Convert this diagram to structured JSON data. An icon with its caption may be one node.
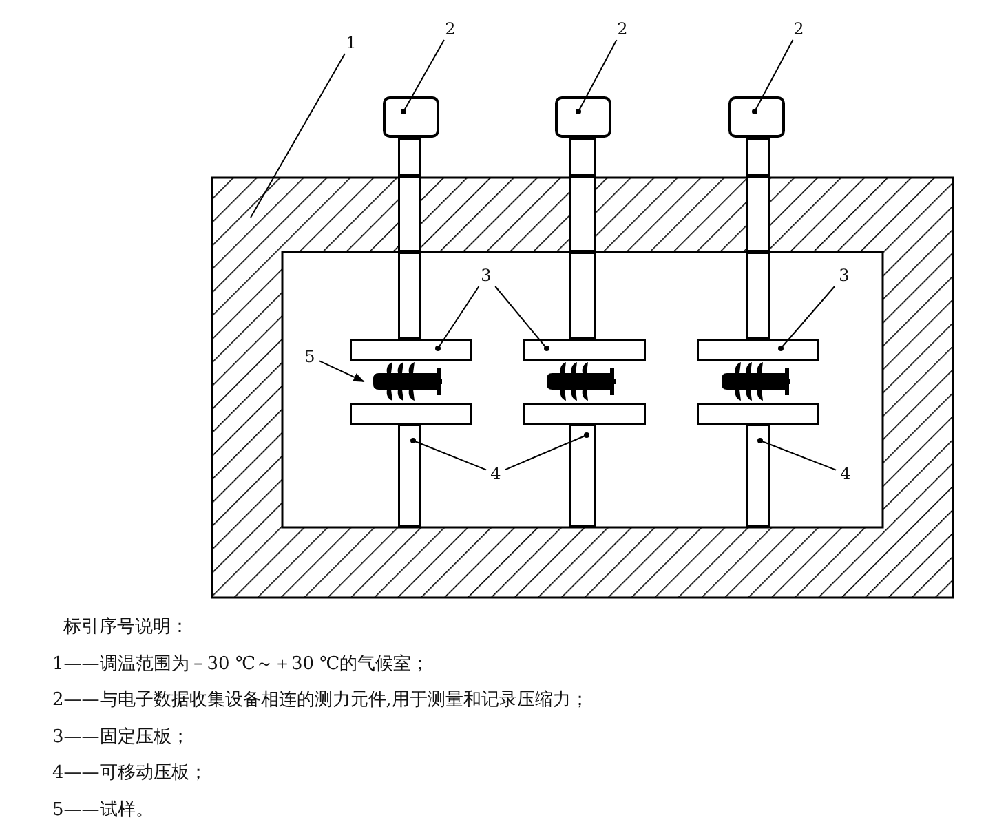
{
  "diagram": {
    "nodes": [
      {
        "text": [],
        "shape": "box"
      },
      {
        "text": [
          "1"
        ]
      },
      {
        "text": [],
        "shape": "box"
      },
      {
        "text": [],
        "shape": "box"
      },
      {
        "text": [],
        "shape": "box"
      },
      {
        "text": [
          "2"
        ]
      },
      {
        "text": [
          "2"
        ]
      },
      {
        "text": [
          "2"
        ]
      },
      {
        "text": [],
        "shape": "bar",
        "in": 0
      },
      {
        "text": [],
        "shape": "bar",
        "in": 0
      },
      {
        "text": [],
        "shape": "bar",
        "in": 0
      },
      {
        "text": [
          "3"
        ],
        "in": 0
      },
      {
        "text": [
          "3"
        ],
        "in": 0
      },
      {
        "text": [],
        "shape": "bar",
        "in": 0
      },
      {
        "text": [],
        "shape": "bar",
        "in": 0
      },
      {
        "text": [],
        "shape": "bar",
        "in": 0
      },
      {
        "text": [
          "4"
        ],
        "in": 0
      },
      {
        "text": [
          "4"
        ],
        "in": 0
      },
      {
        "text": [],
        "shape": "picture",
        "in": 0
      },
      {
        "text": [
          "5"
        ],
        "in": 0
      },
      {
        "text": [],
        "shape": "bar",
        "in": 0
      },
      {
        "text": [],
        "shape": "bar",
        "in": 0
      },
      {
        "text": [],
        "shape": "bar",
        "in": 0
      }
    ],
    "edges": [
      {
        "from": 1,
        "to": 0,
        "arrow": "none"
      },
      {
        "from": 5,
        "to": 2,
        "arrow": "other"
      },
      {
        "from": 6,
        "to": 3,
        "arrow": "other"
      },
      {
        "from": 7,
        "to": 4,
        "arrow": "other"
      },
      {
        "from": 11,
        "to": 8,
        "arrow": "other"
      },
      {
        "from": 11,
        "to": 9,
        "arrow": "other"
      },
      {
        "from": 12,
        "to": 10,
        "arrow": "other"
      },
      {
        "from": 16,
        "to": 13,
        "arrow": "other"
      },
      {
        "from": 16,
        "to": 14,
        "arrow": "other"
      },
      {
        "from": 17,
        "to": 15,
        "arrow": "other"
      },
      {
        "from": 19,
        "to": 18,
        "arrow": "to"
      }
    ],
    "labels": [
      "标引序号说明：",
      "1——调温范围为－30 ℃～＋30 ℃的气候室；",
      "2——与电子数据收集设备相连的测力元件,用于测量和记录压缩力；",
      "3——固定压板；",
      "4——可移动压板；",
      "5——试样。"
    ]
  }
}
